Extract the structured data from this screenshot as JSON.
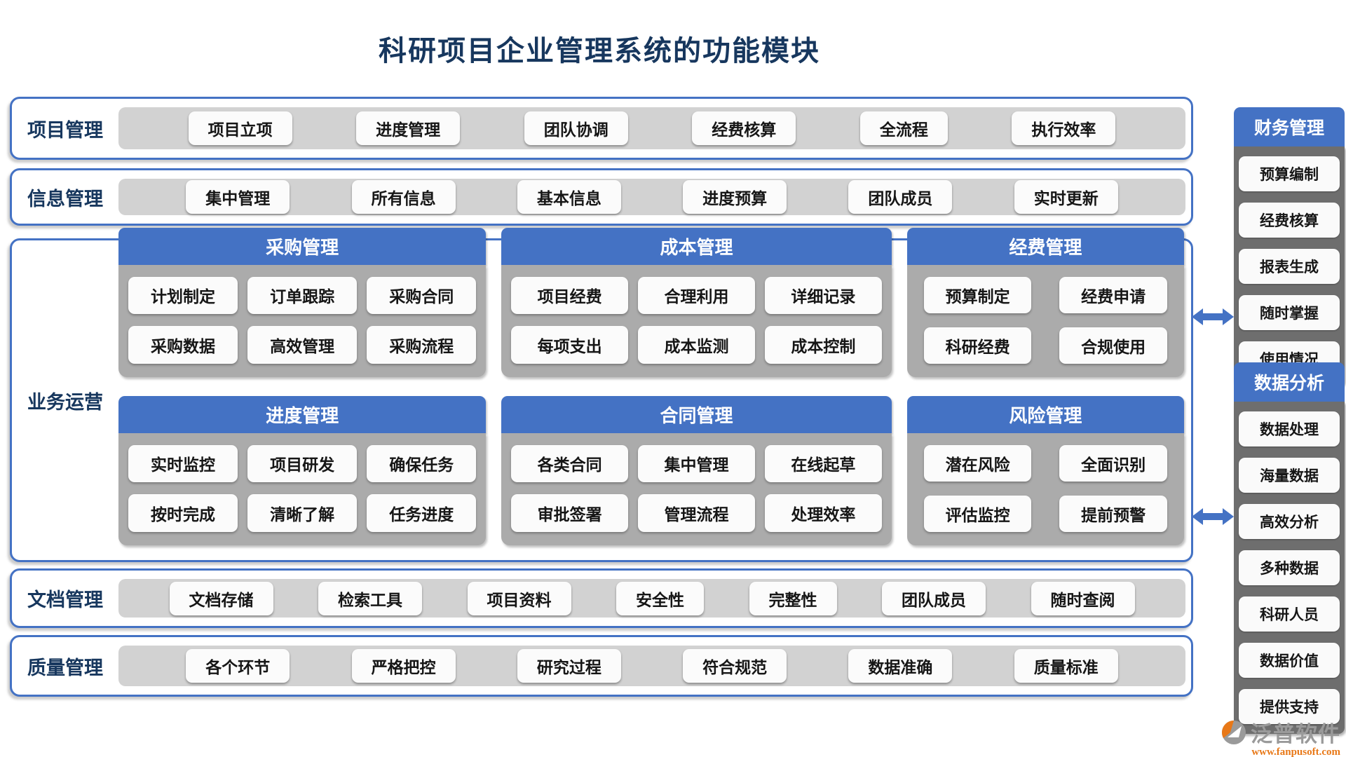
{
  "title": "科研项目企业管理系统的功能模块",
  "colors": {
    "accent_blue": "#4472C4",
    "title_navy": "#17375E",
    "strip_gray": "#D2D2D2",
    "module_gray": "#ABABAB",
    "panel_gray": "#6E6E6E",
    "brand_orange": "#E87817"
  },
  "bands": [
    {
      "id": "project",
      "label": "项目管理",
      "items": [
        "项目立项",
        "进度管理",
        "团队协调",
        "经费核算",
        "全流程",
        "执行效率"
      ]
    },
    {
      "id": "info",
      "label": "信息管理",
      "items": [
        "集中管理",
        "所有信息",
        "基本信息",
        "进度预算",
        "团队成员",
        "实时更新"
      ]
    },
    {
      "id": "business",
      "label": "业务运营",
      "modules": [
        {
          "title": "采购管理",
          "items": [
            "计划制定",
            "订单跟踪",
            "采购合同",
            "采购数据",
            "高效管理",
            "采购流程"
          ]
        },
        {
          "title": "成本管理",
          "items": [
            "项目经费",
            "合理利用",
            "详细记录",
            "每项支出",
            "成本监测",
            "成本控制"
          ]
        },
        {
          "title": "经费管理",
          "items": [
            "预算制定",
            "经费申请",
            "科研经费",
            "合规使用"
          ]
        },
        {
          "title": "进度管理",
          "items": [
            "实时监控",
            "项目研发",
            "确保任务",
            "按时完成",
            "清晰了解",
            "任务进度"
          ]
        },
        {
          "title": "合同管理",
          "items": [
            "各类合同",
            "集中管理",
            "在线起草",
            "审批签署",
            "管理流程",
            "处理效率"
          ]
        },
        {
          "title": "风险管理",
          "items": [
            "潜在风险",
            "全面识别",
            "评估监控",
            "提前预警"
          ]
        }
      ]
    },
    {
      "id": "docs",
      "label": "文档管理",
      "items": [
        "文档存储",
        "检索工具",
        "项目资料",
        "安全性",
        "完整性",
        "团队成员",
        "随时查阅"
      ]
    },
    {
      "id": "quality",
      "label": "质量管理",
      "items": [
        "各个环节",
        "严格把控",
        "研究过程",
        "符合规范",
        "数据准确",
        "质量标准"
      ]
    }
  ],
  "side_panels": [
    {
      "id": "finance",
      "title": "财务管理",
      "items": [
        "预算编制",
        "经费核算",
        "报表生成",
        "随时掌握",
        "使用情况"
      ]
    },
    {
      "id": "analysis",
      "title": "数据分析",
      "items": [
        "数据处理",
        "海量数据",
        "高效分析",
        "多种数据",
        "科研人员",
        "数据价值",
        "提供支持"
      ]
    }
  ],
  "footer": {
    "brand": "泛普软件",
    "website": "www.fanpusoft.com"
  }
}
